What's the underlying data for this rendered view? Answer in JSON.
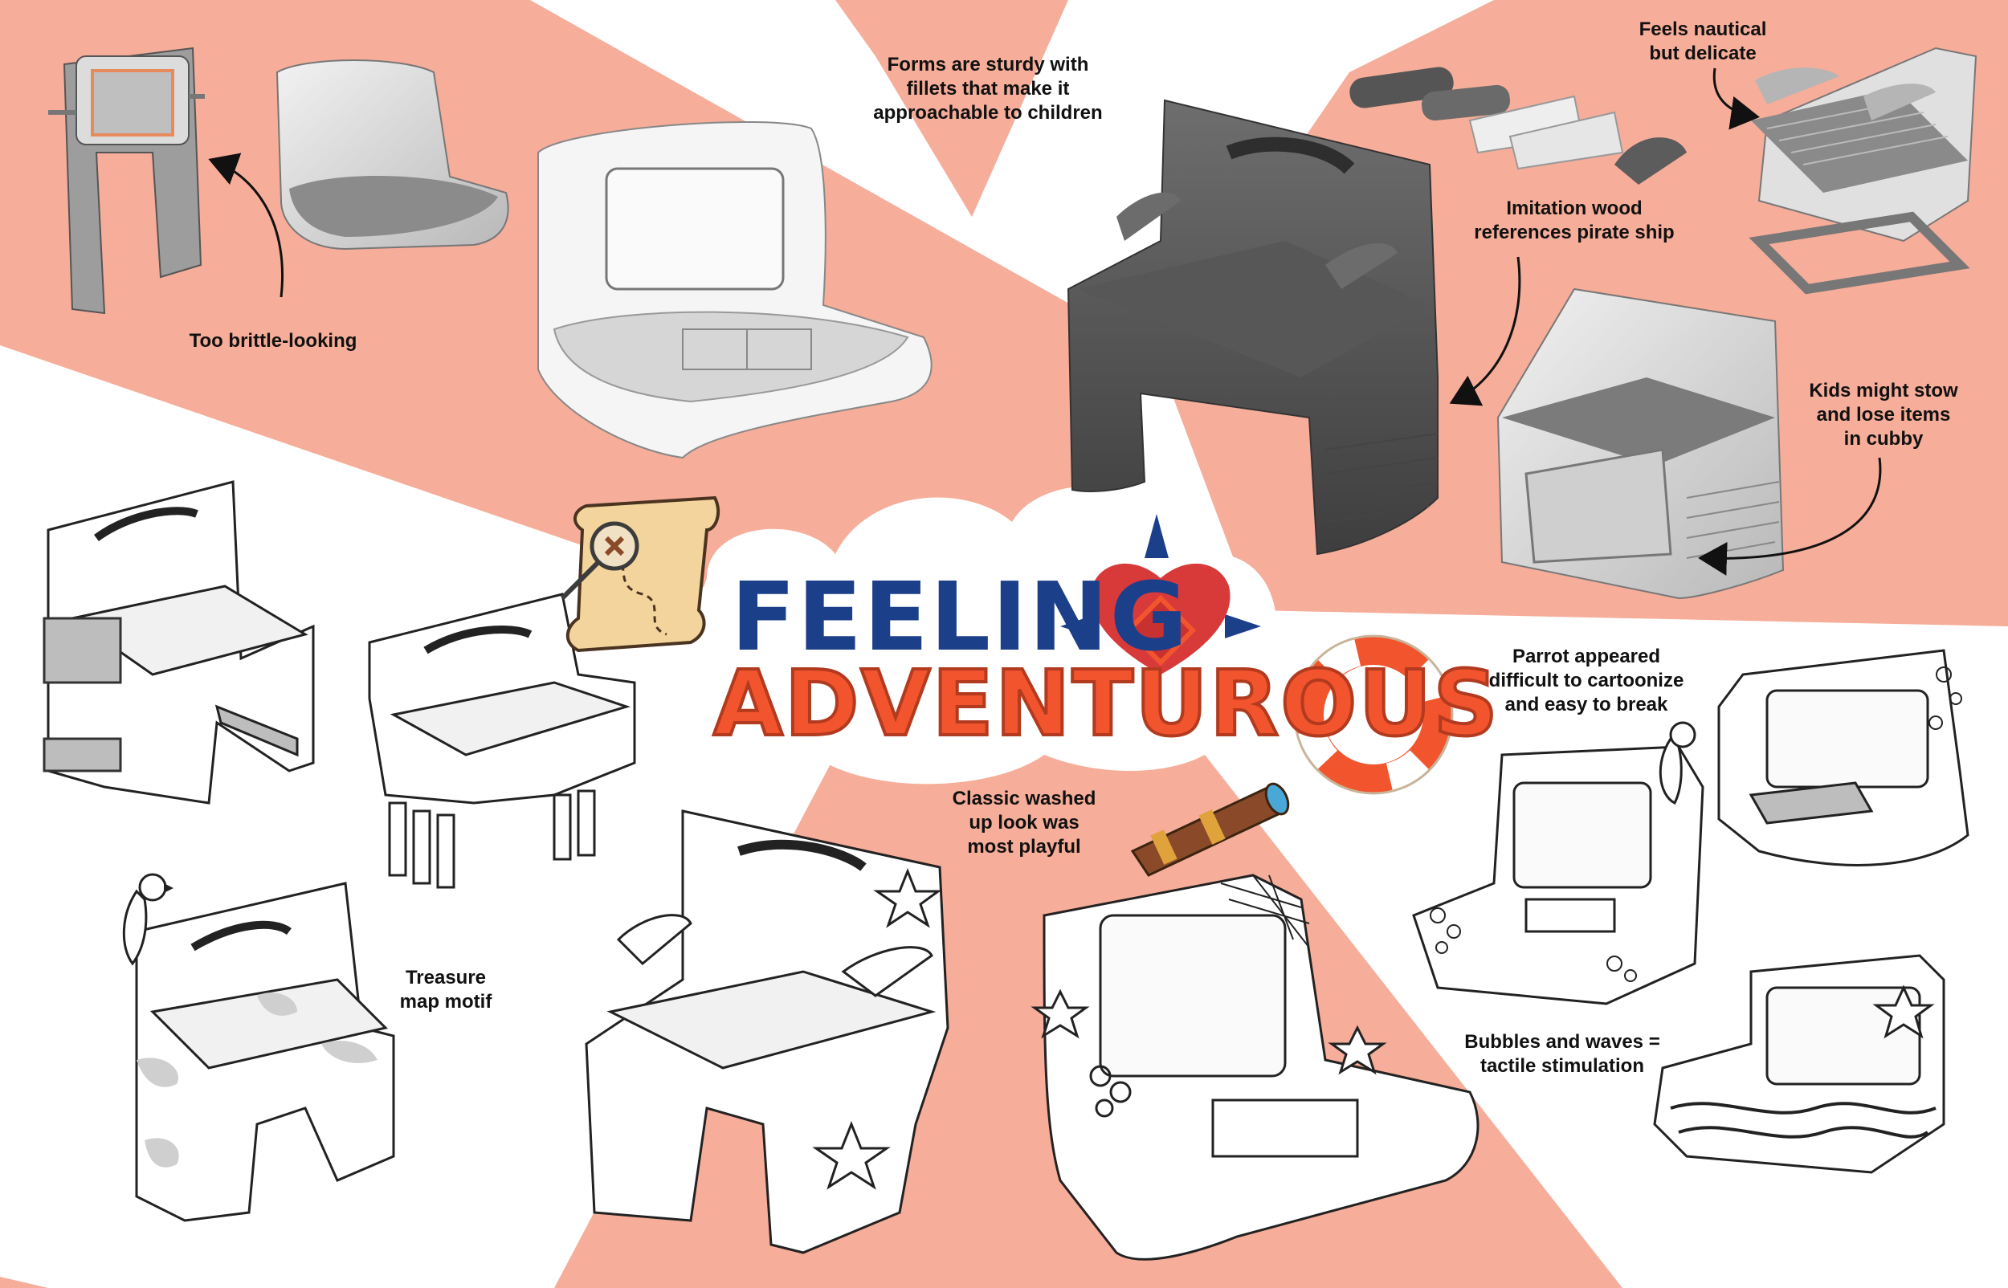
{
  "colors": {
    "salmon": "#f6ad99",
    "title_blue": "#1c3f8a",
    "title_orange": "#f2542d",
    "heart_red": "#d83a3a",
    "dark_grey_model": "#5b5b5b",
    "ring_orange": "#f2542d"
  },
  "title": {
    "line1": "FEELING",
    "line2": "ADVENTUROUS"
  },
  "annotations": {
    "too_brittle": "Too brittle-looking",
    "forms_sturdy": "Forms are sturdy with\nfillets that make it\napproachable to children",
    "feels_nautical": "Feels nautical\nbut delicate",
    "imitation_wood": "Imitation wood\nreferences pirate ship",
    "kids_stow": "Kids might stow\nand lose items\nin cubby",
    "parrot": "Parrot appeared\ndifficult to cartoonize\nand easy to break",
    "classic_washed": "Classic washed\nup look was\nmost playful",
    "treasure_map": "Treasure\nmap motif",
    "bubbles_waves": "Bubbles and waves =\ntactile stimulation"
  },
  "icons": [
    "treasure-map-icon",
    "compass-heart-icon",
    "life-ring-icon",
    "spyglass-icon",
    "parrot-icon",
    "starfish-icon"
  ]
}
